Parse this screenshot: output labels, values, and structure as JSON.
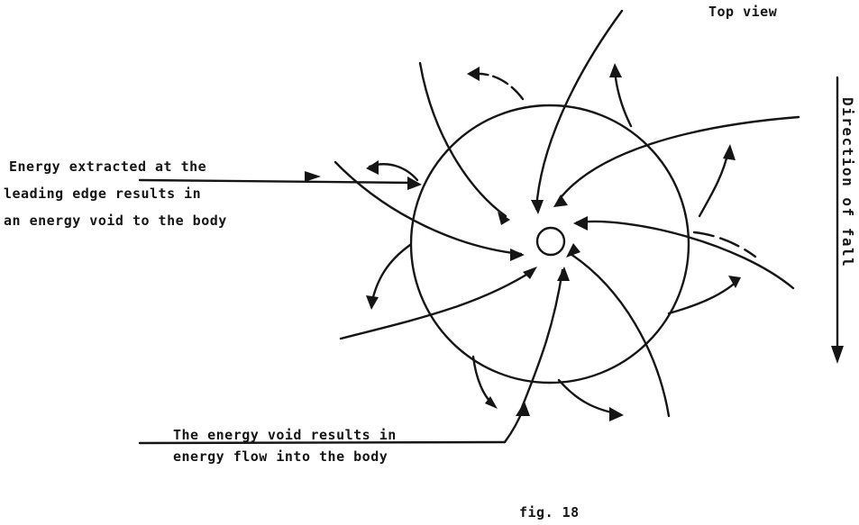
{
  "labels": {
    "top_view": "Top view",
    "direction": "Direction of fall",
    "energy_line1": "Energy extracted at the",
    "energy_line2": "leading edge results in",
    "energy_line3": "an energy void to the body",
    "void_line1": "The energy void results in",
    "void_line2": "energy  flow into the body",
    "figure": "fig. 18"
  },
  "colors": {
    "ink": "#151515",
    "paper": "#ffffff"
  }
}
